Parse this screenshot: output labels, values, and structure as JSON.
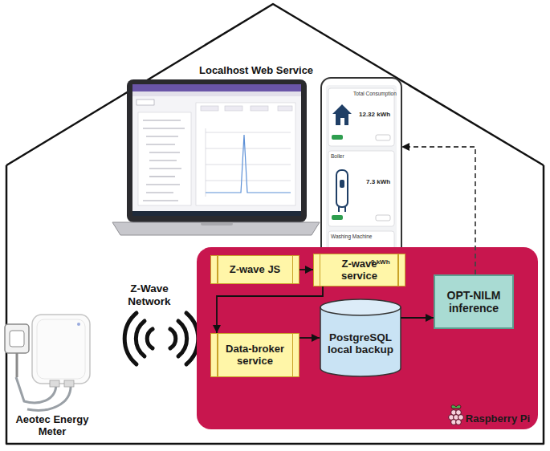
{
  "diagram": {
    "nodes": [
      {
        "text": [
          "Localhost Web Service"
        ]
      },
      {
        "text": [
          "Raspberry Pi"
        ]
      },
      {
        "text": [
          "Z-wave JS"
        ],
        "in": 1
      },
      {
        "text": [
          "Z-wave service"
        ],
        "in": 1
      },
      {
        "text": [
          "Data-broker service"
        ],
        "in": 1
      },
      {
        "text": [
          "PostgreSQL local backup"
        ],
        "in": 1
      },
      {
        "text": [
          "OPT-NILM inference"
        ],
        "in": 1
      },
      {
        "text": [
          "Aeotec Energy Meter"
        ]
      }
    ],
    "edges": [
      {
        "from": 2,
        "to": 3,
        "arrow": "to"
      },
      {
        "from": 3,
        "to": 4,
        "arrow": "to"
      },
      {
        "from": 4,
        "to": 5,
        "arrow": "to"
      },
      {
        "from": 5,
        "to": 6,
        "arrow": "to"
      },
      {
        "from": 6,
        "to": 0,
        "arrow": "to"
      }
    ],
    "labels": [
      "Z-Wave Network",
      "Total Consumption",
      "12.32 kWh",
      "Boiler",
      "7.3 kWh",
      "Washing Machine",
      "0 kWh"
    ]
  }
}
